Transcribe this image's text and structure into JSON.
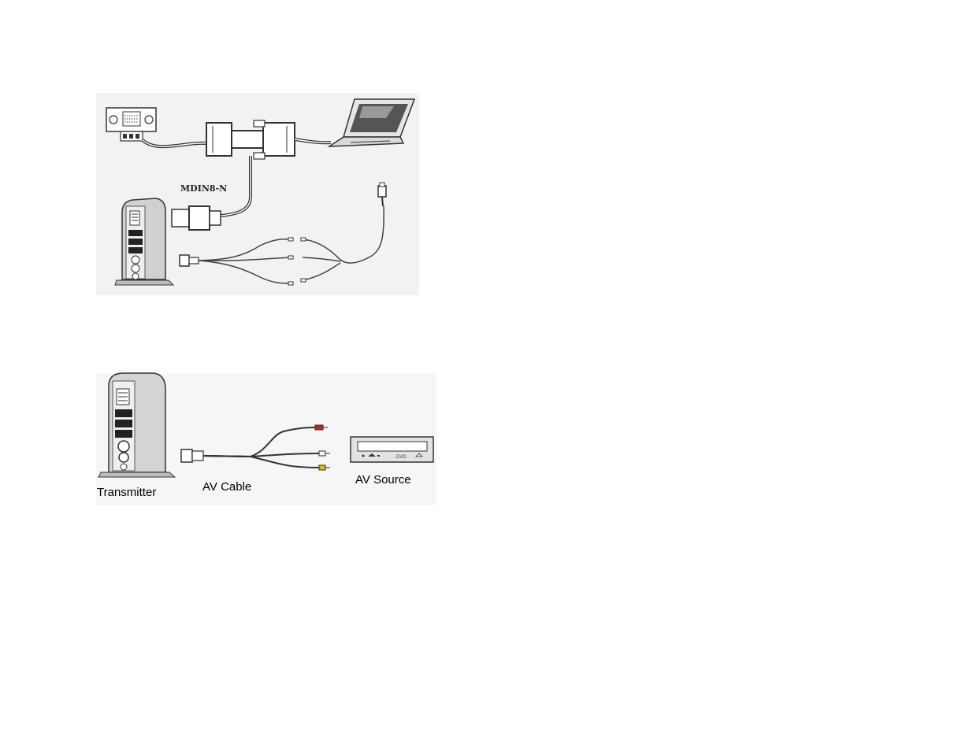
{
  "diagram_top": {
    "connector_label": "MDIN8-N"
  },
  "diagram_bottom": {
    "transmitter_label": "Transmitter",
    "cable_label": "AV Cable",
    "source_label": "AV Source",
    "dvd_text": "DVD"
  },
  "colors": {
    "line": "#333333",
    "device_fill": "#d9d9d9",
    "device_dark": "#8a8a8a",
    "plug_red": "#cc2222",
    "plug_yellow": "#d8c000",
    "plug_white": "#f4f4f4",
    "frame_bg": "#f2f2f2"
  }
}
